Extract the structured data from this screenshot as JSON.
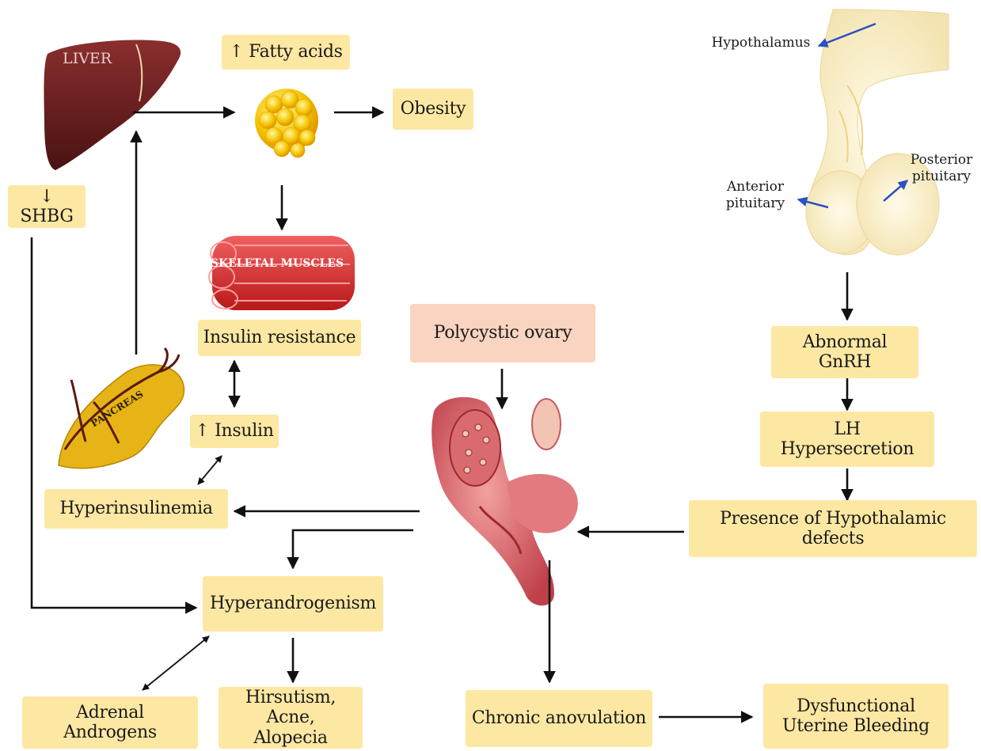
{
  "organs": {
    "liver": "LIVER",
    "skeletal_muscles": "SKELETAL MUSCLES",
    "pancreas": "PANCREAS"
  },
  "pituitary": {
    "hypothalamus": "Hypothalamus",
    "anterior": "Anterior\npituitary",
    "posterior": "Posterior\npituitary"
  },
  "boxes": {
    "fatty_acids": "↑ Fatty acids",
    "obesity": "Obesity",
    "shbg": "↓ SHBG",
    "insulin_resistance": "Insulin resistance",
    "insulin": "↑ Insulin",
    "hyperinsulinemia": "Hyperinsulinemia",
    "polycystic_ovary": "Polycystic ovary",
    "hyperandrogenism": "Hyperandrogenism",
    "adrenal_androgens": "Adrenal Androgens",
    "hirsutism": "Hirsutism, Acne,\nAlopecia",
    "chronic_anovulation": "Chronic anovulation",
    "dub": "Dysfunctional\nUterine Bleeding",
    "abnormal_gnrh": "Abnormal GnRH",
    "lh_hypersecretion": "LH Hypersecretion",
    "hypothalamic_defects": "Presence of Hypothalamic defects"
  },
  "colors": {
    "box_fill": "#fde8a3",
    "highlight_fill": "#f9d4c0",
    "arrow": "#111111",
    "pointer_arrow": "#2b4fc4"
  }
}
